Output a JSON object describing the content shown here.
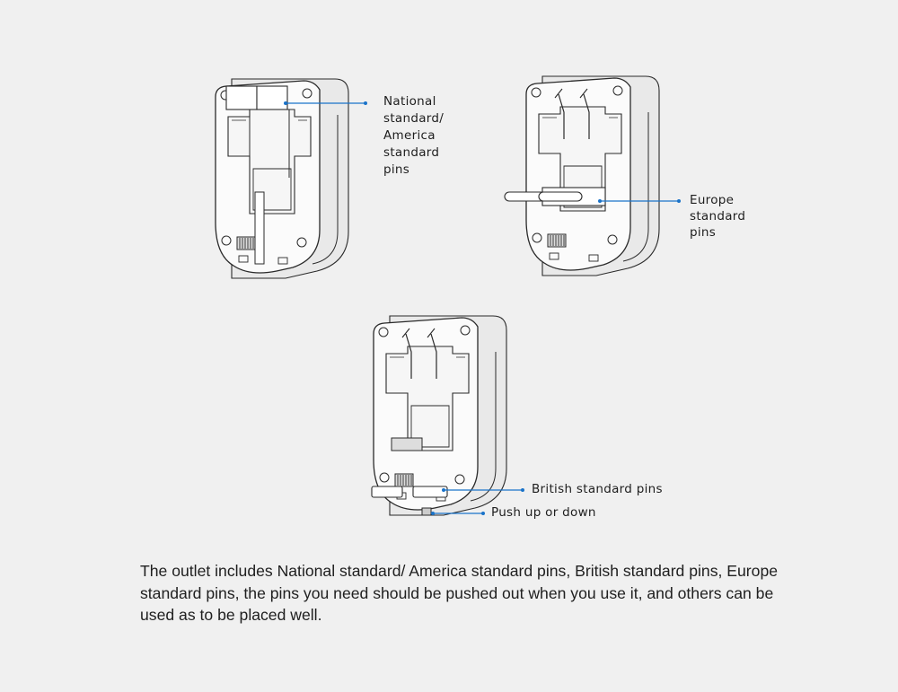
{
  "labels": {
    "national": [
      "National",
      "standard/",
      "America",
      "standard",
      "pins"
    ],
    "europe": [
      "Europe",
      "standard",
      "pins"
    ],
    "british": "British standard pins",
    "push": "Push up or down"
  },
  "caption": "The outlet includes National standard/ America standard pins, British standard pins, Europe standard pins, the pins you need should be pushed out when you use it, and others can be used as to be placed well.",
  "colors": {
    "background": "#f0f0f0",
    "callout": "#1a73c9",
    "outline": "#2a2a2a",
    "body_fill": "#fbfbfb"
  }
}
